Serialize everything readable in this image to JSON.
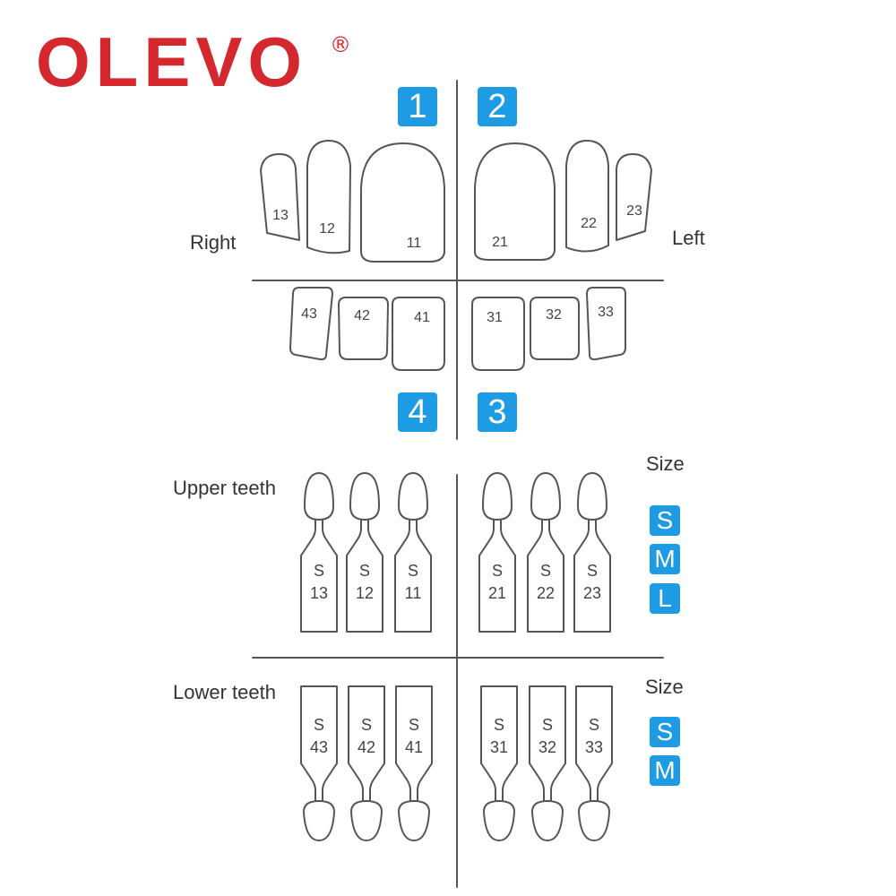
{
  "logo": {
    "text": "OLEVO",
    "mark": "®",
    "color": "#d4282e"
  },
  "accent_color": "#1d9be4",
  "quadrants": [
    "1",
    "2",
    "3",
    "4"
  ],
  "side_labels": {
    "right": "Right",
    "left": "Left"
  },
  "upper_arch": [
    "13",
    "12",
    "11",
    "21",
    "22",
    "23"
  ],
  "lower_arch": [
    "43",
    "42",
    "41",
    "31",
    "32",
    "33"
  ],
  "upper_section": {
    "title": "Upper teeth",
    "size_label": "Size",
    "sizes": [
      "S",
      "M",
      "L"
    ],
    "tags": [
      {
        "size": "S",
        "tooth": "13"
      },
      {
        "size": "S",
        "tooth": "12"
      },
      {
        "size": "S",
        "tooth": "11"
      },
      {
        "size": "S",
        "tooth": "21"
      },
      {
        "size": "S",
        "tooth": "22"
      },
      {
        "size": "S",
        "tooth": "23"
      }
    ]
  },
  "lower_section": {
    "title": "Lower teeth",
    "size_label": "Size",
    "sizes": [
      "S",
      "M"
    ],
    "tags": [
      {
        "size": "S",
        "tooth": "43"
      },
      {
        "size": "S",
        "tooth": "42"
      },
      {
        "size": "S",
        "tooth": "41"
      },
      {
        "size": "S",
        "tooth": "31"
      },
      {
        "size": "S",
        "tooth": "32"
      },
      {
        "size": "S",
        "tooth": "33"
      }
    ]
  }
}
